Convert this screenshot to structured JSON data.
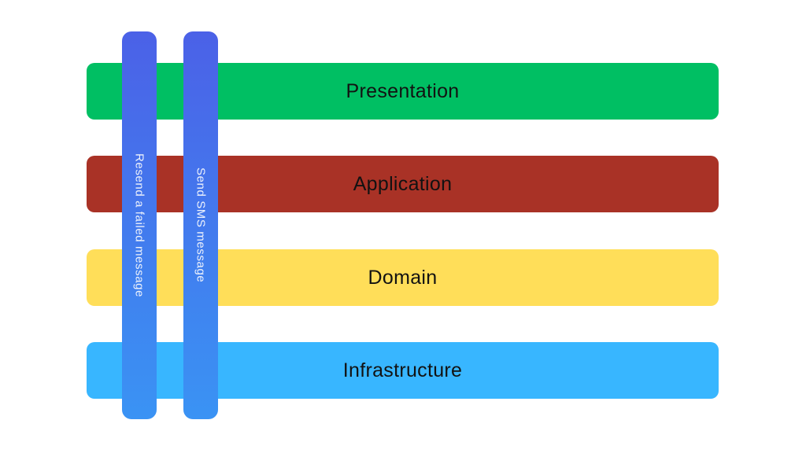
{
  "diagram": {
    "title_hint": "layered-architecture-with-vertical-use-case-flows",
    "background_color": "#ffffff",
    "layer_label_color": "#121212",
    "flow_label_color": "#edf2fc",
    "layers": [
      {
        "id": "presentation",
        "label": "Presentation",
        "color": "#00bf63"
      },
      {
        "id": "application",
        "label": "Application",
        "color": "#a93226"
      },
      {
        "id": "domain",
        "label": "Domain",
        "color": "#ffde59"
      },
      {
        "id": "infrastructure",
        "label": "Infrastructure",
        "color": "#38b6ff"
      }
    ],
    "flows": [
      {
        "id": "resend-failed-message",
        "label": "Resend a failed message",
        "gradient_top": "#4b61e7",
        "gradient_bottom": "#3a93f4"
      },
      {
        "id": "send-sms-message",
        "label": "Send SMS message",
        "gradient_top": "#4b61e7",
        "gradient_bottom": "#3a93f4"
      }
    ]
  }
}
